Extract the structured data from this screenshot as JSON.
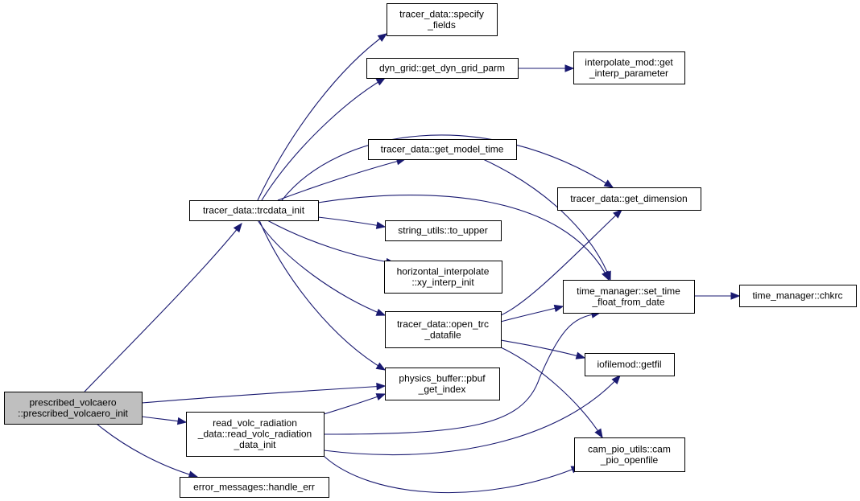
{
  "colors": {
    "edge": "#191970",
    "root_fill": "#bfbfbf",
    "node_fill": "#ffffff",
    "border": "#000000"
  },
  "nodes": [
    {
      "id": "prescribed_volcaero_init",
      "lines": [
        "prescribed_volcaero",
        "::prescribed_volcaero_init"
      ],
      "root": true
    },
    {
      "id": "trcdata_init",
      "lines": [
        "tracer_data::trcdata_init"
      ]
    },
    {
      "id": "read_volc_radiation_data_init",
      "lines": [
        "read_volc_radiation",
        "_data::read_volc_radiation",
        "_data_init"
      ]
    },
    {
      "id": "handle_err",
      "lines": [
        "error_messages::handle_err"
      ]
    },
    {
      "id": "specify_fields",
      "lines": [
        "tracer_data::specify",
        "_fields"
      ]
    },
    {
      "id": "get_dyn_grid_parm",
      "lines": [
        "dyn_grid::get_dyn_grid_parm"
      ]
    },
    {
      "id": "get_model_time",
      "lines": [
        "tracer_data::get_model_time"
      ]
    },
    {
      "id": "to_upper",
      "lines": [
        "string_utils::to_upper"
      ]
    },
    {
      "id": "xy_interp_init",
      "lines": [
        "horizontal_interpolate",
        "::xy_interp_init"
      ]
    },
    {
      "id": "open_trc_datafile",
      "lines": [
        "tracer_data::open_trc",
        "_datafile"
      ]
    },
    {
      "id": "pbuf_get_index",
      "lines": [
        "physics_buffer::pbuf",
        "_get_index"
      ]
    },
    {
      "id": "get_interp_parameter",
      "lines": [
        "interpolate_mod::get",
        "_interp_parameter"
      ]
    },
    {
      "id": "get_dimension",
      "lines": [
        "tracer_data::get_dimension"
      ]
    },
    {
      "id": "set_time_float_from_date",
      "lines": [
        "time_manager::set_time",
        "_float_from_date"
      ]
    },
    {
      "id": "getfil",
      "lines": [
        "iofilemod::getfil"
      ]
    },
    {
      "id": "cam_pio_openfile",
      "lines": [
        "cam_pio_utils::cam",
        "_pio_openfile"
      ]
    },
    {
      "id": "chkrc",
      "lines": [
        "time_manager::chkrc"
      ]
    }
  ],
  "edges": [
    [
      "prescribed_volcaero_init",
      "trcdata_init"
    ],
    [
      "prescribed_volcaero_init",
      "pbuf_get_index"
    ],
    [
      "prescribed_volcaero_init",
      "read_volc_radiation_data_init"
    ],
    [
      "prescribed_volcaero_init",
      "handle_err"
    ],
    [
      "trcdata_init",
      "specify_fields"
    ],
    [
      "trcdata_init",
      "get_dyn_grid_parm"
    ],
    [
      "trcdata_init",
      "get_model_time"
    ],
    [
      "trcdata_init",
      "get_dimension"
    ],
    [
      "trcdata_init",
      "set_time_float_from_date"
    ],
    [
      "trcdata_init",
      "to_upper"
    ],
    [
      "trcdata_init",
      "xy_interp_init"
    ],
    [
      "trcdata_init",
      "open_trc_datafile"
    ],
    [
      "trcdata_init",
      "pbuf_get_index"
    ],
    [
      "get_dyn_grid_parm",
      "get_interp_parameter"
    ],
    [
      "get_model_time",
      "set_time_float_from_date"
    ],
    [
      "open_trc_datafile",
      "get_dimension"
    ],
    [
      "open_trc_datafile",
      "set_time_float_from_date"
    ],
    [
      "open_trc_datafile",
      "getfil"
    ],
    [
      "open_trc_datafile",
      "cam_pio_openfile"
    ],
    [
      "set_time_float_from_date",
      "chkrc"
    ],
    [
      "read_volc_radiation_data_init",
      "pbuf_get_index"
    ],
    [
      "read_volc_radiation_data_init",
      "set_time_float_from_date"
    ],
    [
      "read_volc_radiation_data_init",
      "getfil"
    ],
    [
      "read_volc_radiation_data_init",
      "cam_pio_openfile"
    ]
  ]
}
